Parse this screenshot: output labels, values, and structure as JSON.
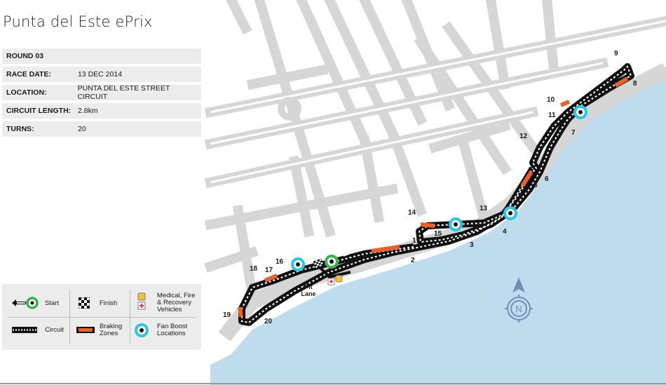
{
  "title": "Punta del Este ePrix",
  "info": [
    {
      "label": "ROUND 03",
      "value": ""
    },
    {
      "label": "RACE DATE:",
      "value": "13 DEC 2014"
    },
    {
      "label": "LOCATION:",
      "value": "PUNTA DEL ESTE STREET CIRCUIT"
    },
    {
      "label": "CIRCUIT LENGTH:",
      "value": "2.8km"
    },
    {
      "label": "TURNS:",
      "value": "20"
    }
  ],
  "legend": {
    "start": "Start",
    "finish": "Finish",
    "medical_line1": "Medical, Fire",
    "medical_line2": "& Recovery",
    "medical_line3": "Vehicles",
    "circuit": "Circuit",
    "braking_line1": "Braking",
    "braking_line2": "Zones",
    "fanboost_line1": "Fan Boost",
    "fanboost_line2": "Locations"
  },
  "pit": {
    "line1": "Pit",
    "line2": "Lane"
  },
  "turns": [
    "1",
    "2",
    "3",
    "4",
    "5",
    "6",
    "7",
    "8",
    "9",
    "10",
    "11",
    "12",
    "13",
    "14",
    "15",
    "16",
    "17",
    "18",
    "19",
    "20"
  ],
  "compass_letter": "N",
  "colors": {
    "sea": "#bfdcef",
    "streets": "#d6d6d6",
    "track": "#111111",
    "braking": "#e8602c",
    "fanboost": "#2ec4e6",
    "start": "#3bb34a",
    "compass": "#6e8fb5",
    "legend_bg": "#ececec"
  }
}
